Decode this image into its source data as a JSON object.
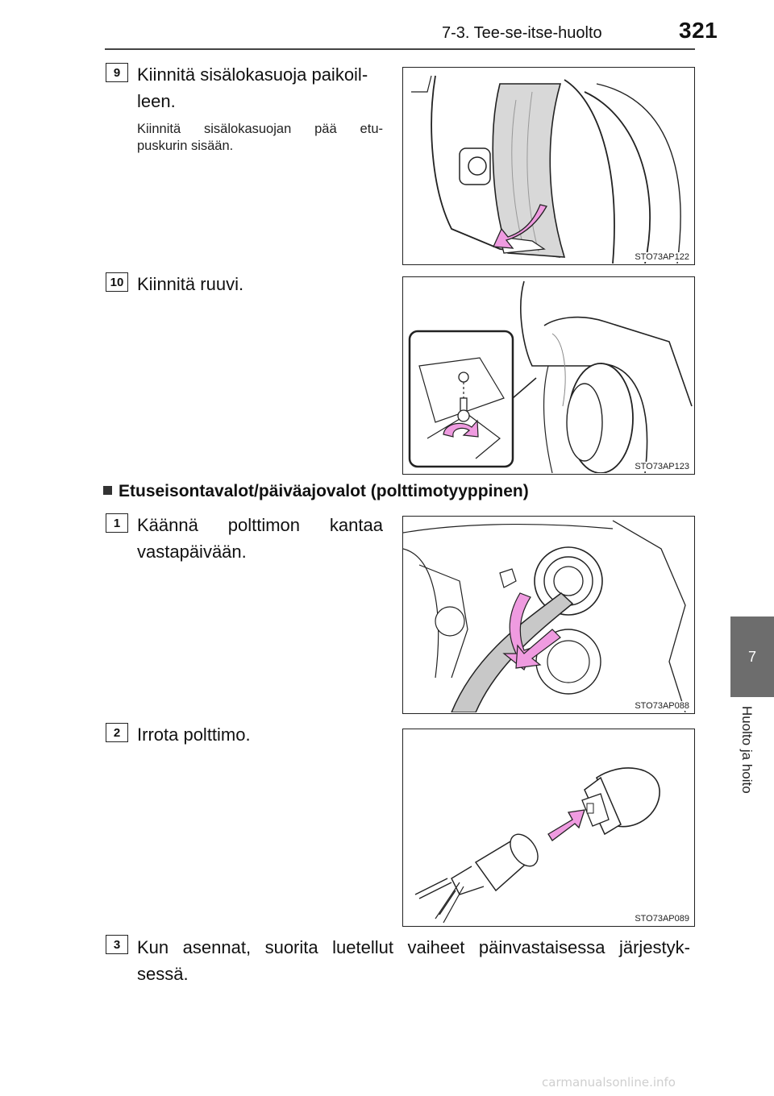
{
  "header": {
    "section": "7-3. Tee-se-itse-huolto",
    "page_number": "321"
  },
  "side_tab": {
    "chapter_number": "7",
    "chapter_title": "Huolto ja hoito"
  },
  "steps_top": [
    {
      "badge": "9",
      "text": "Kiinnitä sisälokasuoja paikoil-leen.",
      "note": "Kiinnitä sisälokasuojan pää etu-puskurin sisään.",
      "figure_code": "STO73AP122"
    },
    {
      "badge": "10",
      "text": "Kiinnitä ruuvi.",
      "figure_code": "STO73AP123"
    }
  ],
  "section": {
    "title": "Etuseisontavalot/päiväajovalot (polttimotyyppinen)"
  },
  "steps_bottom": [
    {
      "badge": "1",
      "text_line1": "Käännä polttimon kantaa",
      "text_line2": "vastapäivään.",
      "figure_code": "STO73AP088"
    },
    {
      "badge": "2",
      "text": "Irrota polttimo.",
      "figure_code": "STO73AP089"
    },
    {
      "badge": "3",
      "text_line1": "Kun asennat, suorita luetellut vaiheet päinvastaisessa järjestyk-",
      "text_line2": "sessä."
    }
  ],
  "footer": {
    "watermark": "carmanualsonline.info"
  },
  "colors": {
    "arrow_pink": "#ef9be0",
    "side_tab_gray": "#6d6d6d",
    "liner_gray": "#d8d8d8"
  }
}
